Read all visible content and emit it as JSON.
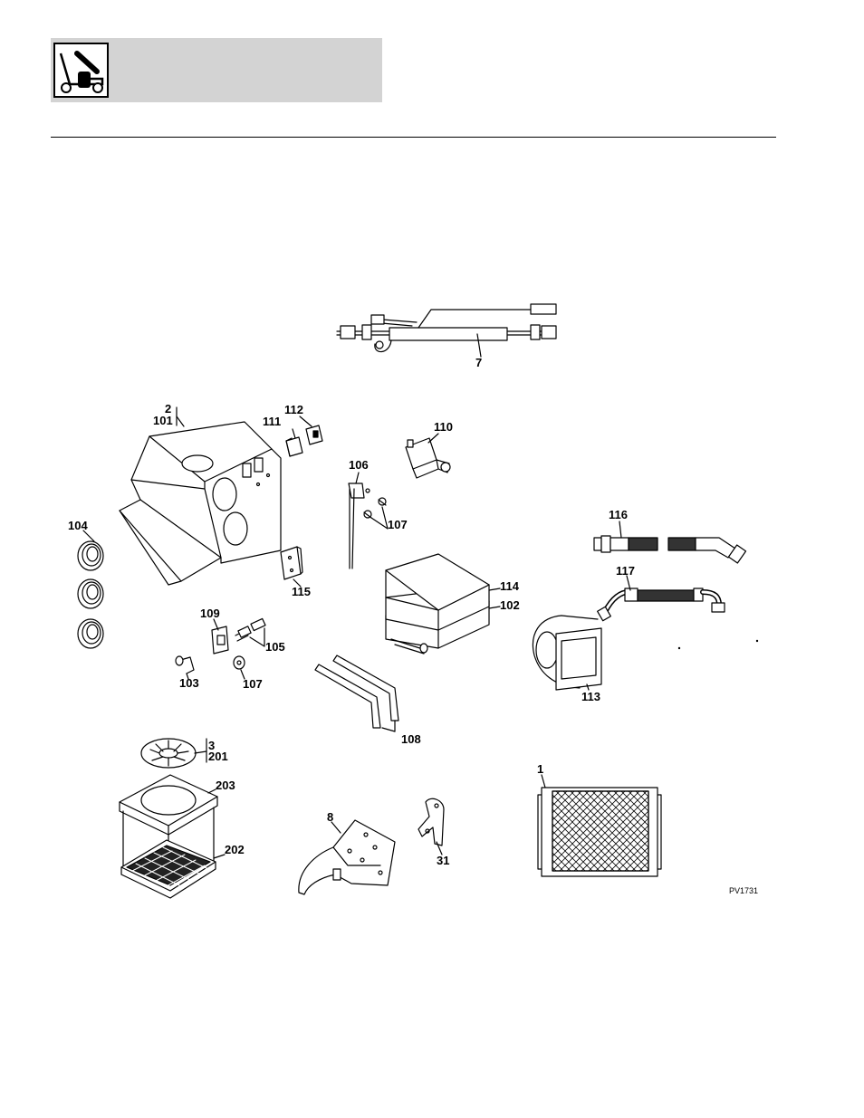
{
  "header": {
    "logo_icon": "pressure-washer-cart-icon"
  },
  "callouts": {
    "c7": "7",
    "c2": "2",
    "c101": "101",
    "c111": "111",
    "c112": "112",
    "c110": "110",
    "c106": "106",
    "c107a": "107",
    "c104": "104",
    "c116": "116",
    "c117": "117",
    "c115": "115",
    "c114": "114",
    "c102": "102",
    "c109": "109",
    "c105": "105",
    "c103": "103",
    "c107b": "107",
    "c113": "113",
    "c108": "108",
    "c3": "3",
    "c201": "201",
    "c203": "203",
    "c202": "202",
    "c8": "8",
    "c31": "31",
    "c1": "1"
  },
  "figure_code": "PV1731"
}
